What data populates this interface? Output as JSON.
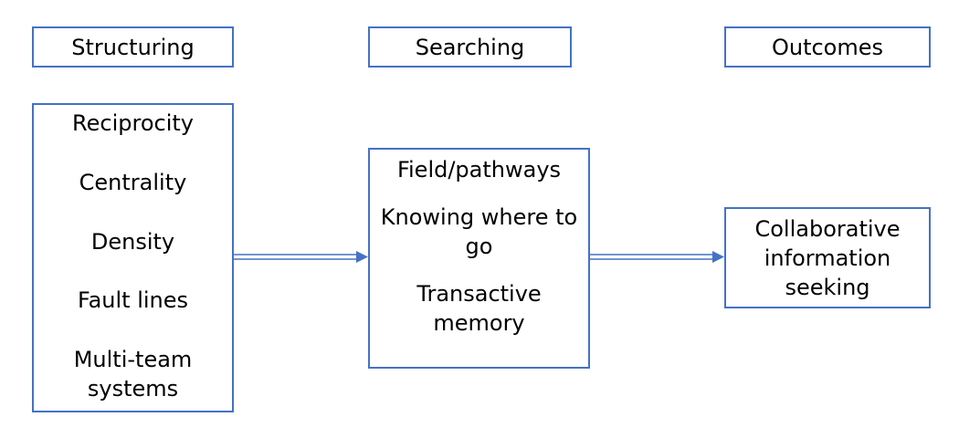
{
  "headers": {
    "structuring": "Structuring",
    "searching": "Searching",
    "outcomes": "Outcomes"
  },
  "structuring": {
    "items": [
      "Reciprocity",
      "Centrality",
      "Density",
      "Fault lines",
      "Multi-team systems"
    ]
  },
  "searching": {
    "items": [
      "Field/pathways",
      "Knowing where to go",
      "Transactive memory"
    ]
  },
  "outcomes": {
    "items": [
      "Collaborative information seeking"
    ]
  },
  "colors": {
    "border": "#4472c4",
    "arrow": "#4472c4",
    "text": "#000000"
  }
}
